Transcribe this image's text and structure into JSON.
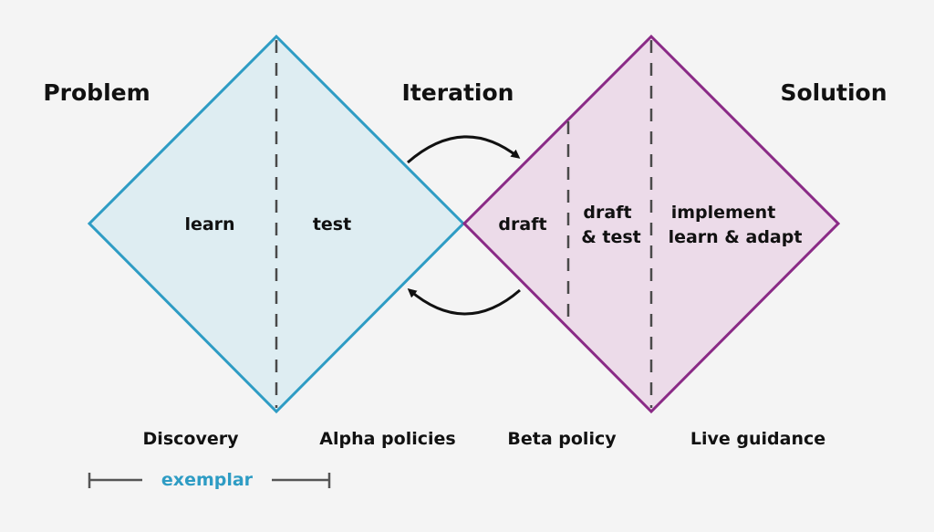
{
  "headings": {
    "problem": "Problem",
    "iteration": "Iteration",
    "solution": "Solution"
  },
  "left_diamond": {
    "learn": "learn",
    "test": "test"
  },
  "right_diamond": {
    "draft": "draft",
    "draft_test_line1": "draft",
    "draft_test_line2": "& test",
    "implement_line1": "implement",
    "implement_line2": "learn & adapt"
  },
  "stages": {
    "discovery": "Discovery",
    "alpha": "Alpha policies",
    "beta": "Beta policy",
    "live": "Live guidance"
  },
  "exemplar": {
    "label": "exemplar"
  },
  "colors": {
    "blue_stroke": "#2e9cc4",
    "blue_fill": "#deedf2",
    "purple_stroke": "#8a2a86",
    "purple_fill": "#ecdbe9",
    "dashed": "#4a4a4a",
    "arrow": "#111111",
    "exemplar_text": "#2e9cc4",
    "exemplar_bar": "#555555"
  }
}
